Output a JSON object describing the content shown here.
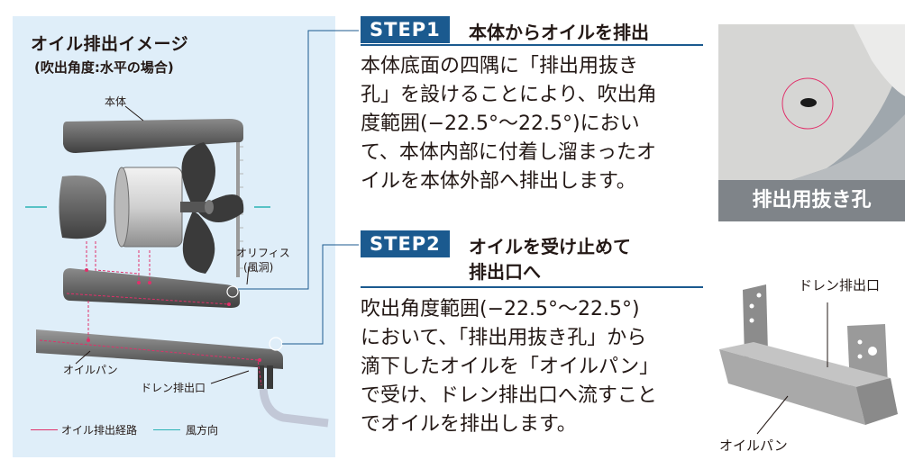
{
  "diagram": {
    "title": "オイル排出イメージ",
    "subtitle": "(吹出角度:水平の場合)",
    "labels": {
      "body": "本体",
      "orifice": "オリフィス",
      "orifice2": "(風洞)",
      "oil_pan": "オイルパン",
      "drain": "ドレン排出口"
    },
    "legend": {
      "oil_path": "オイル排出経路",
      "wind": "風方向"
    },
    "colors": {
      "panel": "#dfeef9",
      "oil_path": "#e0306a",
      "wind": "#2bb3b5",
      "leader": "#1b5a8f"
    }
  },
  "step1": {
    "badge": "STEP1",
    "title": "本体からオイルを排出",
    "lines": [
      "本体底面の四隅に「排出用抜き",
      "孔」を設けることにより、吹出角",
      "度範囲(−22.5°〜22.5°)におい",
      "て、本体内部に付着し溜まったオ",
      "イルを本体外部へ排出します。"
    ]
  },
  "step2": {
    "badge": "STEP2",
    "title_line1": "オイルを受け止めて",
    "title_line2": "排出口へ",
    "lines": [
      "吹出角度範囲(−22.5°〜22.5°)",
      "において、「排出用抜き孔」から",
      "滴下したオイルを「オイルパン」",
      "で受け、ドレン排出口へ流すこと",
      "でオイルを排出します。"
    ]
  },
  "photo1": {
    "caption": "排出用抜き孔"
  },
  "photo2": {
    "drain_label": "ドレン排出口",
    "pan_label": "オイルパン"
  }
}
